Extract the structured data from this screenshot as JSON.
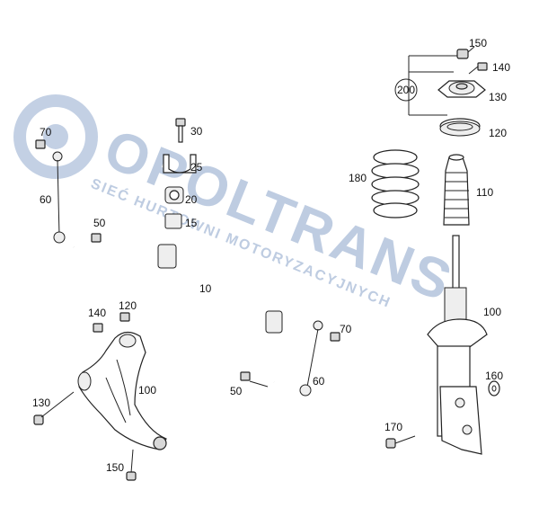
{
  "watermark": {
    "brand": "OPOLTRANS",
    "tagline": "SIEĆ HURTOWNI MOTORYZACYJNYCH"
  },
  "labels": {
    "p150_top": "150",
    "p140_top": "140",
    "p200": "200",
    "p130_top": "130",
    "p120_top": "120",
    "p180": "180",
    "p110": "110",
    "p100_strut": "100",
    "p160": "160",
    "p170": "170",
    "p30": "30",
    "p25": "25",
    "p20": "20",
    "p15": "15",
    "p70_left": "70",
    "p60_left": "60",
    "p50_left": "50",
    "p10": "10",
    "p70_right": "70",
    "p60_right": "60",
    "p50_right": "50",
    "p140_arm": "140",
    "p120_arm": "120",
    "p100_arm": "100",
    "p130_arm": "130",
    "p150_arm": "150"
  }
}
